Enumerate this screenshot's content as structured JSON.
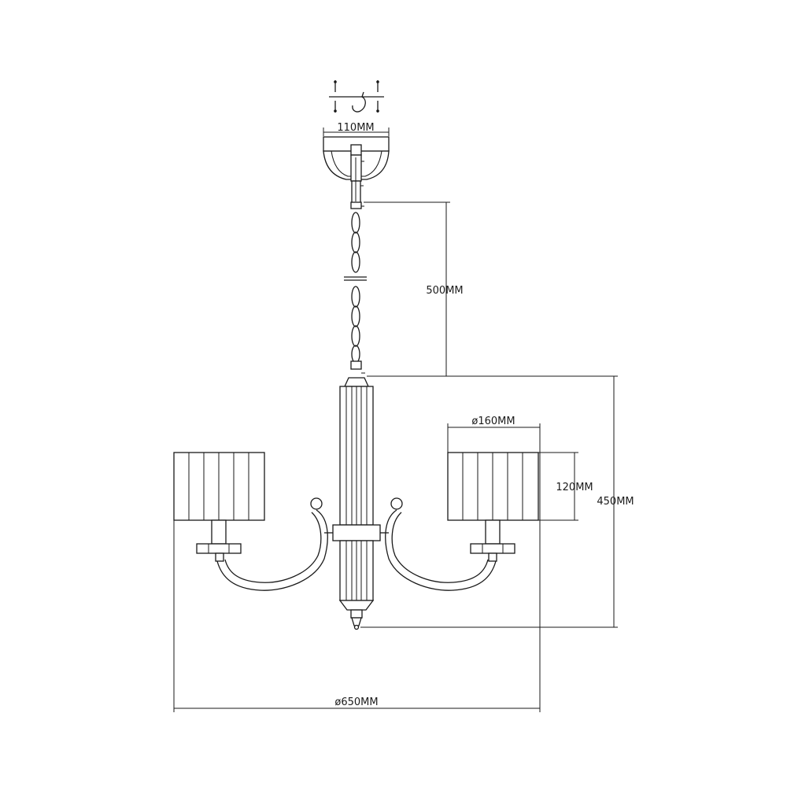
{
  "dimensions": {
    "canopy_width": "110MM",
    "chain_length": "500MM",
    "shade_diameter": "ø160MM",
    "shade_height": "120MM",
    "body_height": "450MM",
    "overall_diameter": "ø650MM"
  },
  "colors": {
    "line": "#1a1a1a",
    "accent": "#c0392b",
    "background": "#ffffff"
  }
}
